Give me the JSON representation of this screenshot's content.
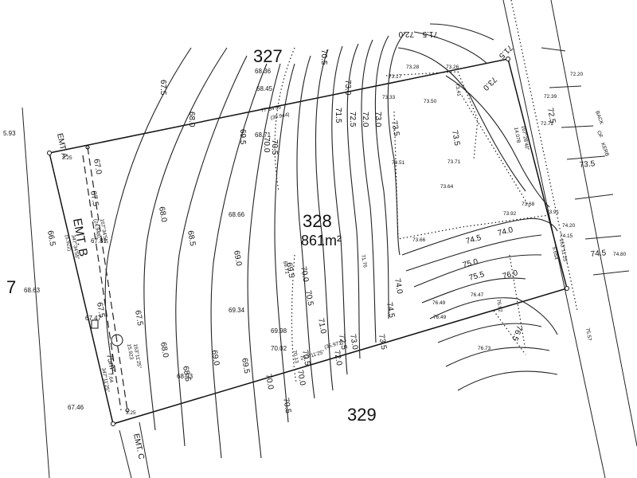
{
  "lots": {
    "north": "327",
    "subject": "328",
    "south": "329",
    "west": "7"
  },
  "subject_area": "861m²",
  "easements": {
    "a": "EMT. A",
    "b": "EMT. B",
    "c": "EMT. C",
    "circle_label": "75m²"
  },
  "road": {
    "label_1": "BACK",
    "label_2": "OF",
    "label_3": "KERB"
  },
  "boundary_labels": {
    "north_bearing": "77°34'55\"",
    "north_dist": "(39.944)",
    "south_bearing": "253°11'25\"",
    "south_dist": "(35.971)",
    "east_bearing": "167°28'40\"",
    "east_dist": "14.078",
    "east_bearing2": "163°11'25\"",
    "east_dist2": "5.654",
    "west_bearing": "347°34'55\"",
    "west_dist": "(5.922)",
    "west_bearing2": "347°11'25\"",
    "west_dist2": "7.64",
    "bend_bearing": "167°34'55\"",
    "bend_dist": "(24.948)",
    "bend_bearing2": "163°11'25\"",
    "bend_dist2": "15.923",
    "corner_nw": "3.25",
    "corner_sw": "3.25"
  },
  "contour_labels": [
    "67.5",
    "68.0",
    "68.5",
    "69.0",
    "69.5",
    "70.0",
    "70.5",
    "71.0",
    "71.5",
    "72.0",
    "72.5",
    "73.0",
    "73.5",
    "74.0",
    "74.5",
    "75.0",
    "75.5",
    "76.0",
    "76.5",
    "66.5",
    "67.0",
    "72.0",
    "71.5",
    "72.5",
    "73.5",
    "74.5"
  ],
  "spot_levels": [
    "5.93",
    "68.63",
    "67.47",
    "67.46",
    "67.81",
    "68.36",
    "68.45",
    "68.71",
    "68.66",
    "69.34",
    "69.98",
    "70.02",
    "68.93",
    "73.17",
    "73.28",
    "73.26",
    "73.33",
    "73.50",
    "73.41",
    "73.51",
    "73.71",
    "73.64",
    "73.68",
    "73.66",
    "73.92",
    "73.91",
    "74.20",
    "74.15",
    "74.80",
    "72.20",
    "72.39",
    "72.72",
    "75.57",
    "76.73",
    "76.49",
    "76.47",
    "76.49",
    "76.62",
    "71.76",
    "69.71",
    "70.13"
  ]
}
